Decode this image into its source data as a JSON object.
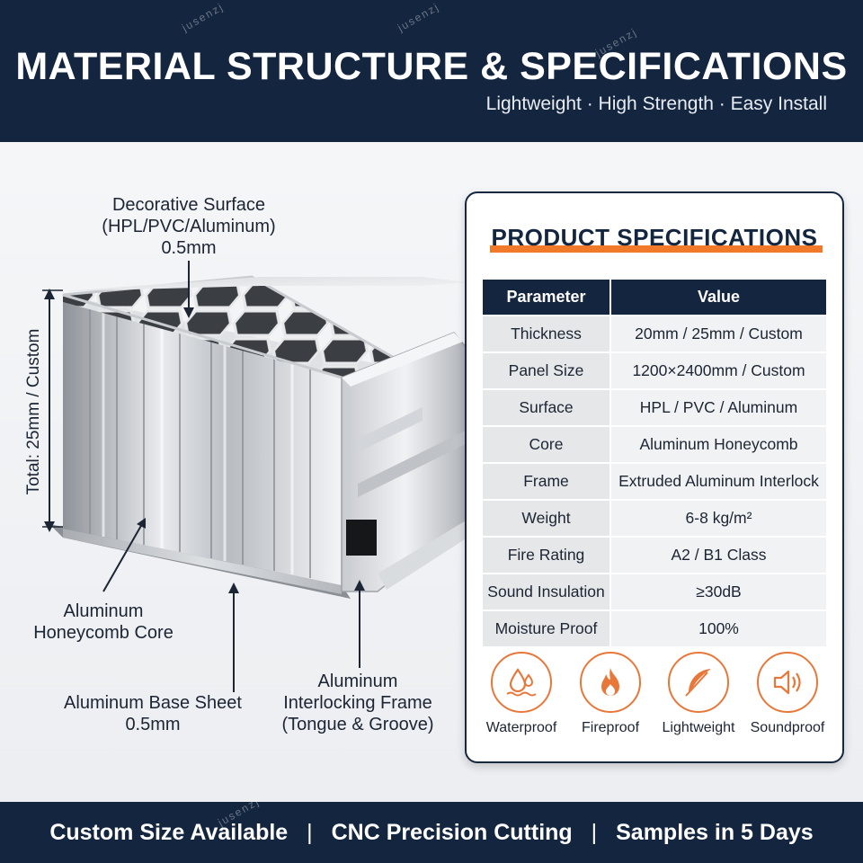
{
  "header": {
    "title": "MATERIAL STRUCTURE & SPECIFICATIONS",
    "subtitle": "Lightweight · High Strength · Easy Install",
    "watermark": "jusenzj"
  },
  "diagram": {
    "decorative_surface": [
      "Decorative Surface",
      "(HPL/PVC/Aluminum)",
      "0.5mm"
    ],
    "total_thickness": "Total: 25mm / Custom",
    "honeycomb_core": [
      "Aluminum",
      "Honeycomb Core"
    ],
    "base_sheet": [
      "Aluminum Base Sheet",
      "0.5mm"
    ],
    "frame": [
      "Aluminum",
      "Interlocking Frame",
      "(Tongue & Groove)"
    ]
  },
  "specs": {
    "title": "PRODUCT SPECIFICATIONS",
    "headers": {
      "parameter": "Parameter",
      "value": "Value"
    },
    "rows": [
      {
        "parameter": "Thickness",
        "value": "20mm / 25mm / Custom"
      },
      {
        "parameter": "Panel Size",
        "value": "1200×2400mm / Custom"
      },
      {
        "parameter": "Surface",
        "value": "HPL / PVC / Aluminum"
      },
      {
        "parameter": "Core",
        "value": "Aluminum Honeycomb"
      },
      {
        "parameter": "Frame",
        "value": "Extruded Aluminum Interlock"
      },
      {
        "parameter": "Weight",
        "value": "6-8 kg/m²"
      },
      {
        "parameter": "Fire Rating",
        "value": "A2 / B1 Class"
      },
      {
        "parameter": "Sound Insulation",
        "value": "≥30dB"
      },
      {
        "parameter": "Moisture Proof",
        "value": "100%"
      }
    ],
    "features": [
      {
        "label": "Waterproof",
        "icon": "water-drops-icon"
      },
      {
        "label": "Fireproof",
        "icon": "flame-icon"
      },
      {
        "label": "Lightweight",
        "icon": "feather-icon"
      },
      {
        "label": "Soundproof",
        "icon": "speaker-icon"
      }
    ]
  },
  "footer": {
    "items": [
      "Custom Size Available",
      "CNC Precision Cutting",
      "Samples in 5 Days"
    ],
    "separator": "|"
  },
  "colors": {
    "navy": "#14263f",
    "accent_orange": "#f07a2a",
    "table_header": "#14263f"
  }
}
